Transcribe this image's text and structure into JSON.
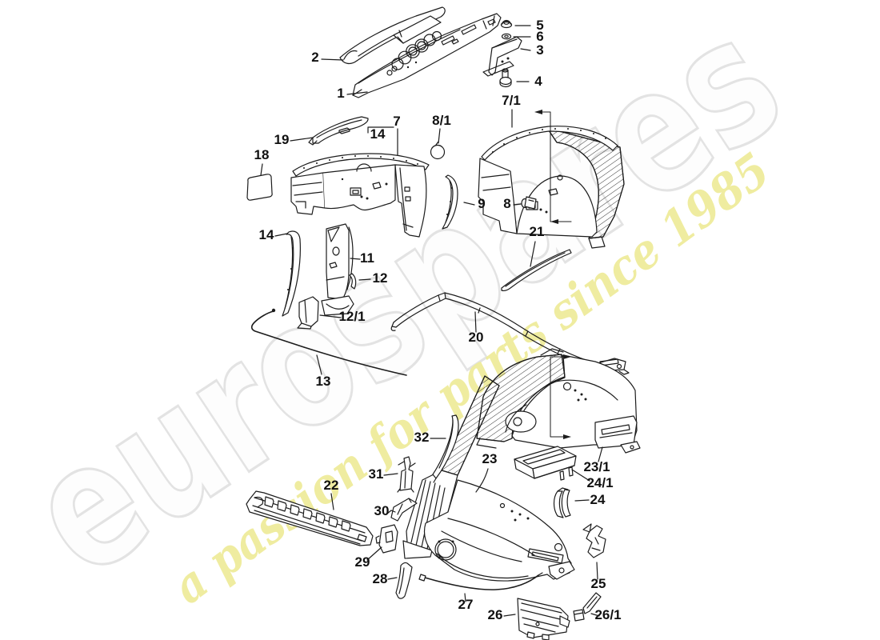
{
  "page": {
    "background": "#ffffff",
    "line_color": "#1c1c1c",
    "label_color": "#111111"
  },
  "watermarks": {
    "brand": {
      "text": "eurospares",
      "outline_color": "#e3e3e3",
      "fill_color": "#fdfdfd"
    },
    "tagline": {
      "text": "a passion for parts since 1985",
      "color": "#efec9b"
    }
  },
  "diagram": {
    "description_visible_text_only": true,
    "labels": [
      {
        "id": "2",
        "text": "2"
      },
      {
        "id": "1",
        "text": "1"
      },
      {
        "id": "5",
        "text": "5"
      },
      {
        "id": "6",
        "text": "6"
      },
      {
        "id": "3",
        "text": "3"
      },
      {
        "id": "4",
        "text": "4"
      },
      {
        "id": "7-1",
        "text": "7/1"
      },
      {
        "id": "19",
        "text": "19"
      },
      {
        "id": "7",
        "text": "7"
      },
      {
        "id": "14-upper",
        "text": "14"
      },
      {
        "id": "8-1",
        "text": "8/1"
      },
      {
        "id": "18",
        "text": "18"
      },
      {
        "id": "9",
        "text": "9"
      },
      {
        "id": "8",
        "text": "8"
      },
      {
        "id": "14-left",
        "text": "14"
      },
      {
        "id": "11",
        "text": "11"
      },
      {
        "id": "12",
        "text": "12"
      },
      {
        "id": "12-1",
        "text": "12/1"
      },
      {
        "id": "21",
        "text": "21"
      },
      {
        "id": "13",
        "text": "13"
      },
      {
        "id": "20",
        "text": "20"
      },
      {
        "id": "23-1",
        "text": "23/1"
      },
      {
        "id": "24-1",
        "text": "24/1"
      },
      {
        "id": "24",
        "text": "24"
      },
      {
        "id": "23",
        "text": "23"
      },
      {
        "id": "32",
        "text": "32"
      },
      {
        "id": "31",
        "text": "31"
      },
      {
        "id": "22",
        "text": "22"
      },
      {
        "id": "30",
        "text": "30"
      },
      {
        "id": "29",
        "text": "29"
      },
      {
        "id": "28",
        "text": "28"
      },
      {
        "id": "27",
        "text": "27"
      },
      {
        "id": "25",
        "text": "25"
      },
      {
        "id": "26",
        "text": "26"
      },
      {
        "id": "26-1",
        "text": "26/1"
      }
    ]
  }
}
